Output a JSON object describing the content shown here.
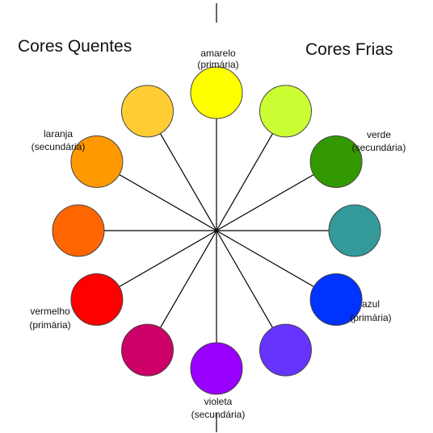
{
  "headings": {
    "warm": "Cores Quentes",
    "cool": "Cores Frias"
  },
  "colors": [
    {
      "name": "amarelo-circle",
      "hex": "#ffff00",
      "label": [
        "amarelo",
        "(primária)"
      ]
    },
    {
      "name": "amarelo-esverdeado-circle",
      "hex": "#ccff33",
      "label": []
    },
    {
      "name": "verde-circle",
      "hex": "#339900",
      "label": [
        "verde",
        "(secundária)"
      ]
    },
    {
      "name": "azul-esverdeado-circle",
      "hex": "#339999",
      "label": []
    },
    {
      "name": "azul-circle",
      "hex": "#0033ff",
      "label": [
        "azul",
        "(primária)"
      ]
    },
    {
      "name": "azul-violeta-circle",
      "hex": "#6633ff",
      "label": []
    },
    {
      "name": "violeta-circle",
      "hex": "#9900ff",
      "label": [
        "violeta",
        "(secundária)"
      ]
    },
    {
      "name": "vermelho-violeta-circle",
      "hex": "#cc0066",
      "label": []
    },
    {
      "name": "vermelho-circle",
      "hex": "#ff0000",
      "label": [
        "vermelho",
        "(primária)"
      ]
    },
    {
      "name": "vermelho-alaranjado-circle",
      "hex": "#ff6600",
      "label": []
    },
    {
      "name": "laranja-circle",
      "hex": "#ff9900",
      "label": [
        "laranja",
        "(secundária)"
      ]
    },
    {
      "name": "amarelo-alaranjado-circle",
      "hex": "#ffcc33",
      "label": []
    }
  ]
}
